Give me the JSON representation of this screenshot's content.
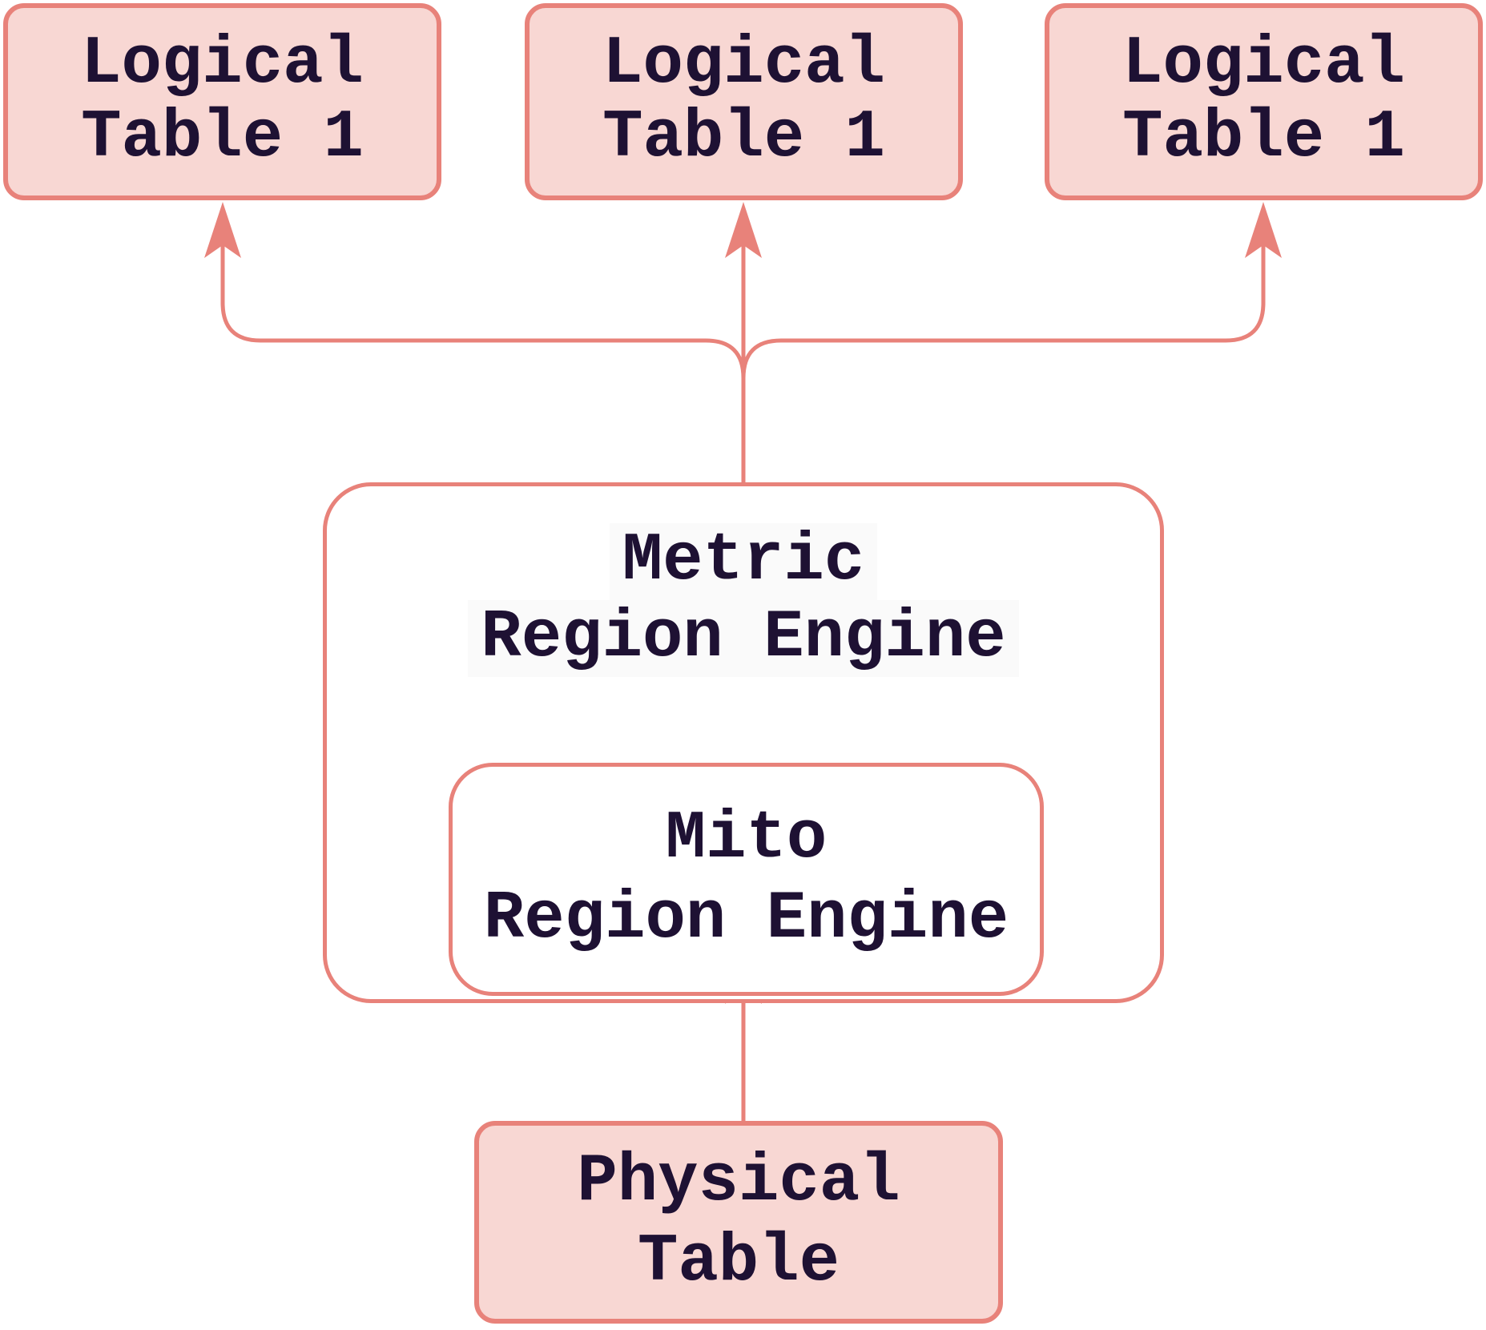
{
  "diagram": {
    "type": "flowchart",
    "colors": {
      "accent": "#e8827a",
      "box_fill": "#f8d7d3",
      "text": "#1e1133",
      "white_fill": "#ffffff",
      "hl": "#fafafa"
    },
    "nodes": {
      "logical_table_a": {
        "line1": "Logical",
        "line2": "Table 1"
      },
      "logical_table_b": {
        "line1": "Logical",
        "line2": "Table 1"
      },
      "logical_table_c": {
        "line1": "Logical",
        "line2": "Table 1"
      },
      "metric_region_engine": {
        "line1": "Metric",
        "line2": "Region Engine"
      },
      "mito_region_engine": {
        "line1": "Mito",
        "line2": "Region Engine"
      },
      "physical_table": {
        "line1": "Physical",
        "line2": "Table"
      }
    },
    "edges": [
      {
        "from": "metric_region_engine",
        "to": "logical_table_a",
        "arrow": "up"
      },
      {
        "from": "metric_region_engine",
        "to": "logical_table_b",
        "arrow": "up"
      },
      {
        "from": "metric_region_engine",
        "to": "logical_table_c",
        "arrow": "up"
      },
      {
        "from": "physical_table",
        "to": "mito_region_engine",
        "arrow": "up"
      }
    ]
  }
}
